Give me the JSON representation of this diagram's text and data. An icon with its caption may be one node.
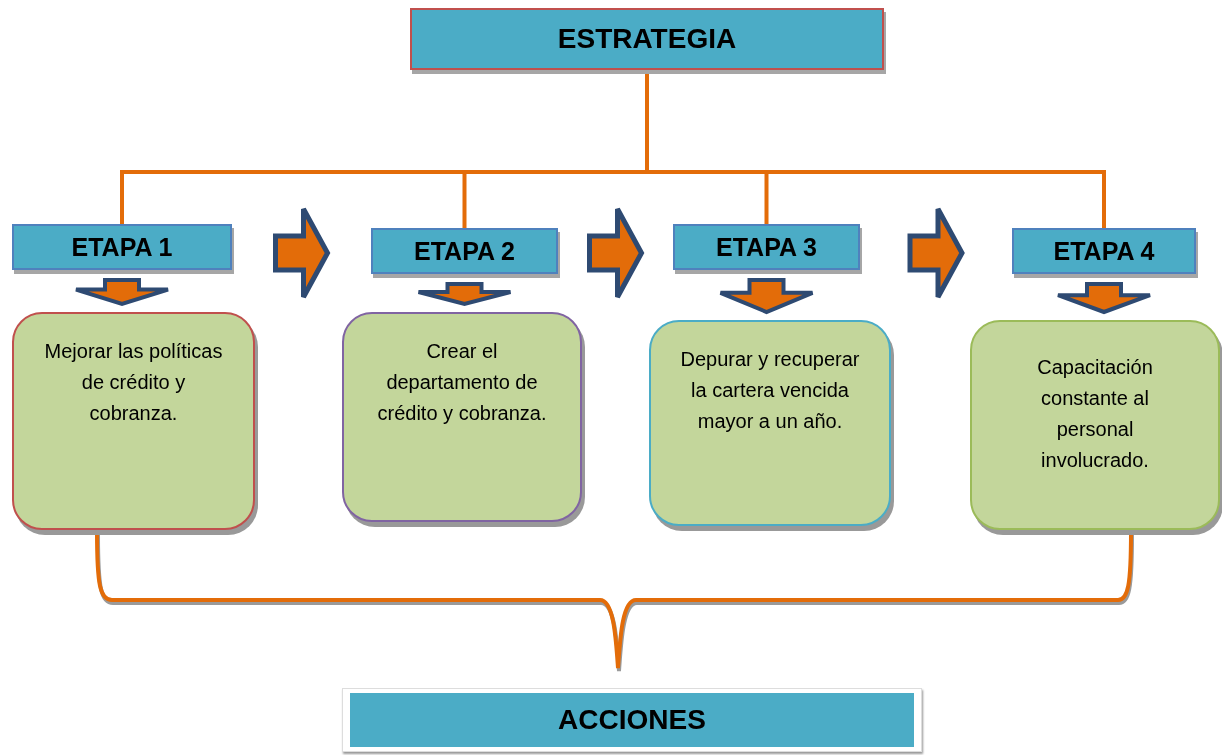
{
  "diagram": {
    "nodes": [
      {
        "text": [
          "ESTRATEGIA"
        ]
      },
      {
        "text": [
          "ETAPA 1"
        ]
      },
      {
        "text": [
          "ETAPA 2"
        ]
      },
      {
        "text": [
          "ETAPA 3"
        ]
      },
      {
        "text": [
          "ETAPA 4"
        ]
      },
      {
        "text": [
          "Mejorar las políticas de crédito y cobranza."
        ]
      },
      {
        "text": [
          "Crear el departamento de crédito y cobranza."
        ]
      },
      {
        "text": [
          "Depurar y recuperar la cartera vencida mayor a un año."
        ]
      },
      {
        "text": [
          "Capacitación constante al personal involucrado."
        ]
      },
      {
        "text": [
          "ACCIONES"
        ]
      }
    ],
    "edges": [
      {
        "from": 0,
        "to": 1,
        "arrow": "none"
      },
      {
        "from": 0,
        "to": 2,
        "arrow": "none"
      },
      {
        "from": 0,
        "to": 3,
        "arrow": "none"
      },
      {
        "from": 0,
        "to": 4,
        "arrow": "none"
      },
      {
        "from": 1,
        "to": 2,
        "arrow": "to"
      },
      {
        "from": 2,
        "to": 3,
        "arrow": "to"
      },
      {
        "from": 3,
        "to": 4,
        "arrow": "to"
      },
      {
        "from": 1,
        "to": 5,
        "arrow": "to"
      },
      {
        "from": 2,
        "to": 6,
        "arrow": "to"
      },
      {
        "from": 3,
        "to": 7,
        "arrow": "to"
      },
      {
        "from": 4,
        "to": 8,
        "arrow": "to"
      }
    ]
  }
}
